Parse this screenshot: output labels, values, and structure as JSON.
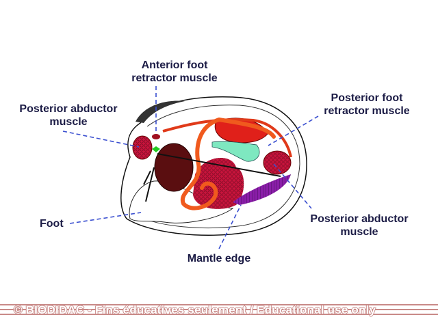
{
  "labels": {
    "anterior_foot_retractor": [
      "Anterior foot",
      "retractor muscle"
    ],
    "posterior_abductor_left": [
      "Posterior abductor",
      "muscle"
    ],
    "posterior_foot_retractor": [
      "Posterior foot",
      "retractor muscle"
    ],
    "foot": "Foot",
    "posterior_abductor_right": [
      "Posterior abductor",
      "muscle"
    ],
    "mantle_edge": "Mantle edge"
  },
  "watermark": "© BIODIDAC - Fins éducatives seulement / Educational use only",
  "colors": {
    "label": "#1b1b45",
    "leader_line": "#3a4fd0",
    "muscle": "#c0163c",
    "intestine": "#f05a1e",
    "gland": "#7ee8c0",
    "mantle_muscle": "#8a1ea8",
    "watermark_stripe": "#c98a88"
  }
}
